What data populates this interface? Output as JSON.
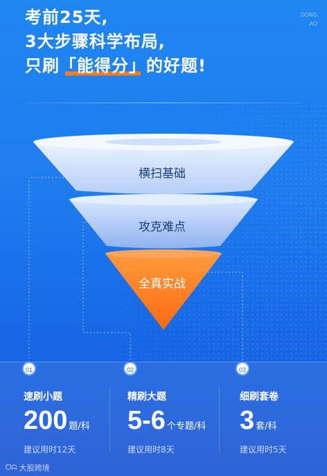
{
  "headline": {
    "line1": "考前25天,",
    "line2": "3大步骤科学布局,",
    "line3_pre": "只刷",
    "line3_accent": "「能得分」",
    "line3_post": "的好题!"
  },
  "brand_mark": {
    "line1": "DONG",
    "line2": "AO"
  },
  "funnel": {
    "tiers": [
      {
        "label": "横扫基础"
      },
      {
        "label": "攻克难点"
      },
      {
        "label": "全真实战"
      }
    ],
    "colors": {
      "tier_light": "#cfe0ff",
      "tier_mid": "#a9c6f6",
      "tier_accent": "#ff7a1a"
    }
  },
  "steps": [
    {
      "number": "01",
      "title": "速刷小题",
      "value": "200",
      "unit": "题/科",
      "note": "建议用时12天"
    },
    {
      "number": "02",
      "title": "精刷大题",
      "value": "5-6",
      "unit": "个专题/科",
      "note": "建议用时8天"
    },
    {
      "number": "03",
      "title": "细刷套卷",
      "value": "3",
      "unit": "套/科",
      "note": "建议用时5天"
    }
  ],
  "footer": {
    "logo_icon": "dongao-logo-icon",
    "logo_text": "大股跨境"
  },
  "colors": {
    "background": "#1f86f0",
    "panel": "#2a6fe3",
    "accent": "#ff7a1a"
  }
}
